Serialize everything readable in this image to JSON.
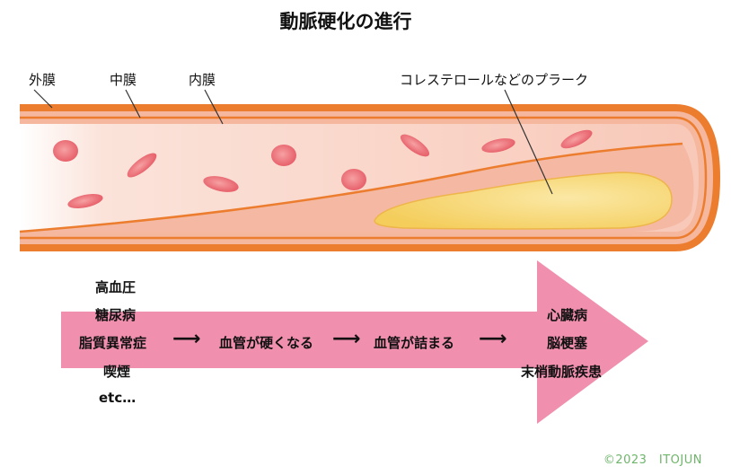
{
  "title": "動脈硬化の進行",
  "labels": {
    "outer_membrane": "外膜",
    "middle_membrane": "中膜",
    "inner_membrane": "内膜",
    "plaque": "コレステロールなどのプラーク"
  },
  "causes": [
    "高血圧",
    "糖尿病",
    "脂質異常症",
    "喫煙",
    "etc…"
  ],
  "progression": {
    "step1": "血管が硬くなる",
    "step2": "血管が詰まる"
  },
  "outcomes": [
    "心臓病",
    "脳梗塞",
    "末梢動脈疾患"
  ],
  "copyright": "©2023　ITOJUN",
  "colors": {
    "vessel_wall": "#ec7d2e",
    "vessel_inner": "#f9cdbf",
    "blood_cell": "#e9606a",
    "plaque_fill": "#f7d56a",
    "big_arrow": "#f08fae"
  }
}
